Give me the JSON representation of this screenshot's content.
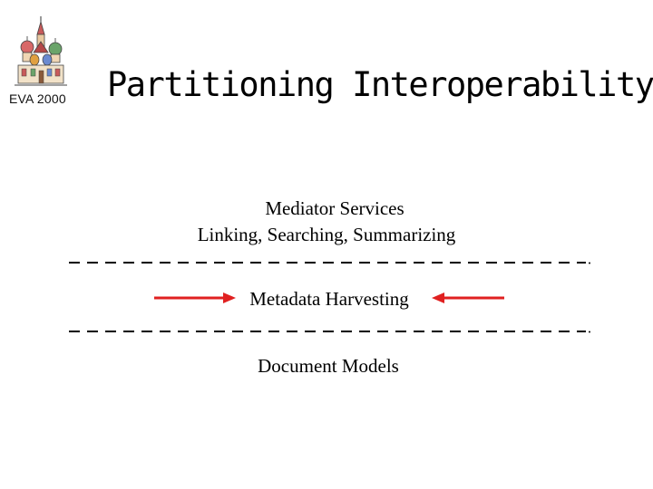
{
  "logo": {
    "caption": "EVA 2000",
    "icon": "cathedral-icon"
  },
  "slide": {
    "title": "Partitioning Interoperability",
    "layers": {
      "top_heading": "Mediator Services",
      "top_sub": "Linking, Searching, Summarizing",
      "middle": "Metadata Harvesting",
      "bottom": "Document Models"
    }
  },
  "colors": {
    "arrow": "#e02020",
    "text": "#000000"
  }
}
